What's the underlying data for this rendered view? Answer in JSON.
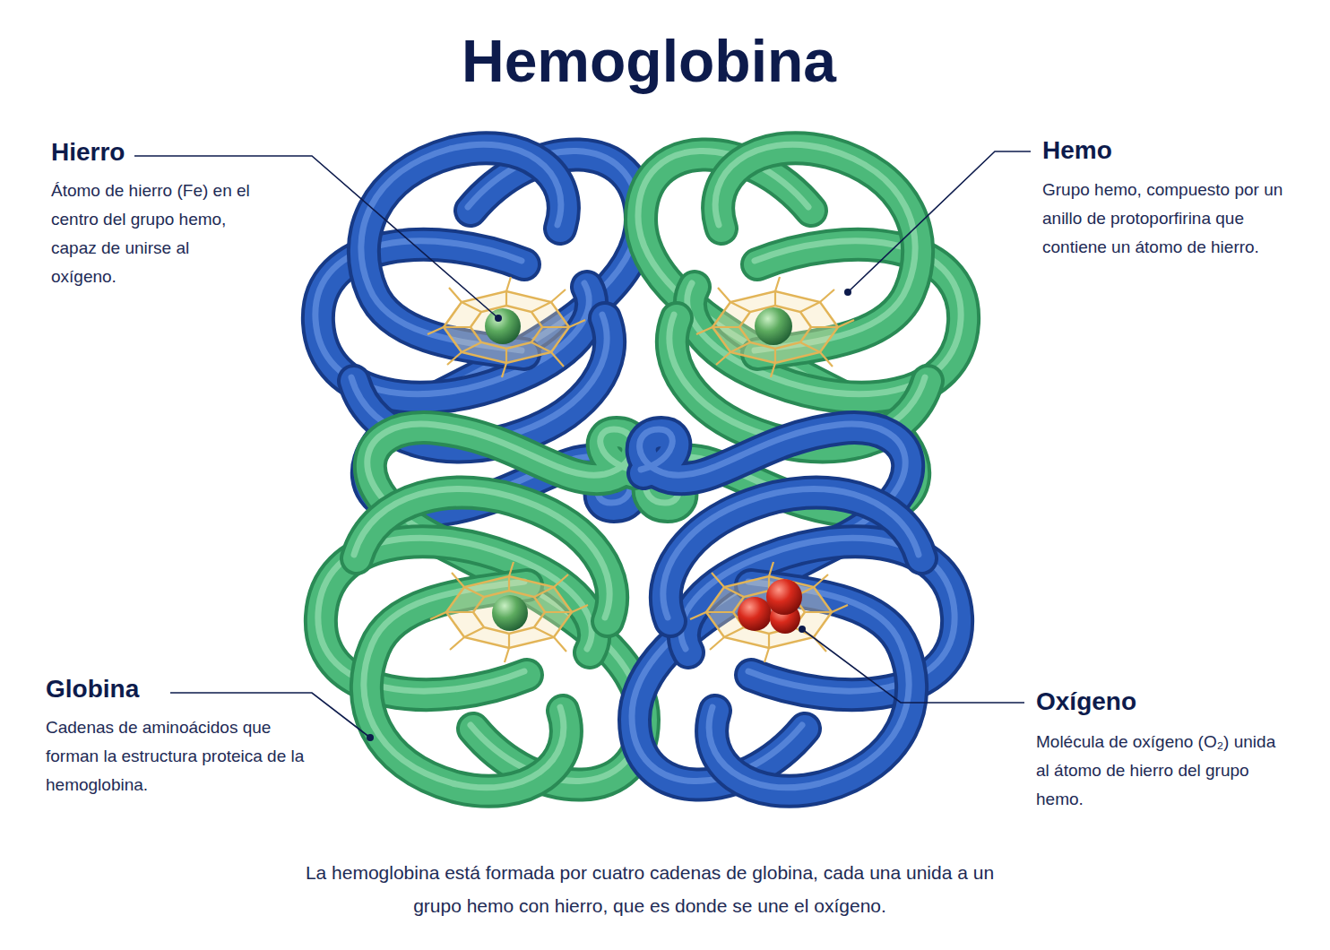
{
  "diagram": {
    "title": "Hemoglobina",
    "caption": "La hemoglobina está formada por cuatro cadenas de globina, cada una unida a un grupo hemo con hierro, que es donde se une el oxígeno.",
    "labels": [
      "Hierro",
      "Átomo de hierro (Fe) en el centro del grupo hemo, capaz de unirse al oxígeno.",
      "Hemo",
      "Grupo hemo, compuesto por un anillo de protoporfirina que contiene un átomo de hierro.",
      "Globina",
      "Cadenas de aminoácidos que forman la estructura proteica de la hemoglobina.",
      "Oxígeno",
      "Molécula de oxígeno (O₂) unida al átomo de hierro del grupo hemo."
    ]
  }
}
